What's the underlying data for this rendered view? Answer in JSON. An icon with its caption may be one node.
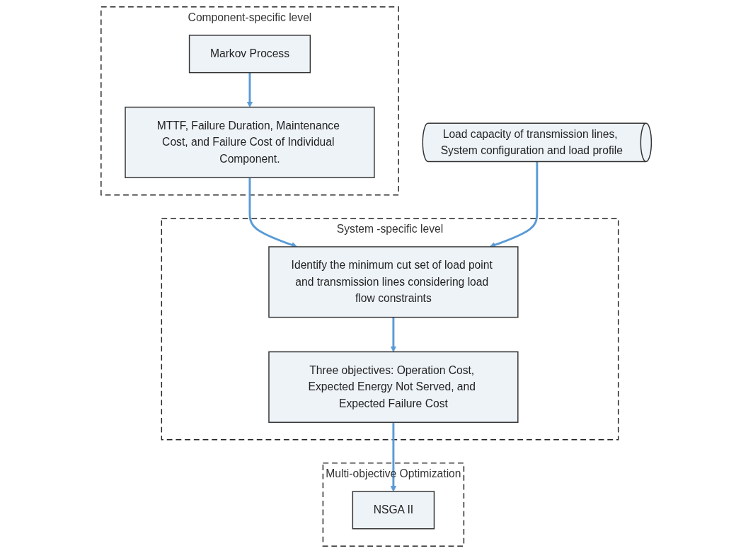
{
  "diagram": {
    "nodes": [
      {
        "text": [
          "Component-specific level"
        ]
      },
      {
        "text": [
          "Markov Process"
        ],
        "in": 0
      },
      {
        "text": [
          "MTTF, Failure Duration, Maintenance Cost, and Failure Cost of Individual Component."
        ],
        "in": 0
      },
      {
        "text": [
          "System -specific level"
        ]
      },
      {
        "text": [
          "Identify the minimum cut set of load point and transmission lines considering load flow constraints"
        ],
        "in": 3
      },
      {
        "text": [
          "Three objectives: Operation Cost, Expected Energy Not Served, and Expected Failure Cost"
        ],
        "in": 3
      },
      {
        "text": [
          "Multi-objective Optimization"
        ]
      },
      {
        "text": [
          "NSGA II"
        ],
        "in": 6
      },
      {
        "text": [
          "Load capacity of transmission lines, System configuration and load profile"
        ]
      }
    ],
    "edges": [
      {
        "from": 1,
        "to": 2,
        "arrow": "to"
      },
      {
        "from": 2,
        "to": 4,
        "arrow": "to"
      },
      {
        "from": 4,
        "to": 5,
        "arrow": "to"
      },
      {
        "from": 5,
        "to": 7,
        "arrow": "to"
      },
      {
        "from": 8,
        "to": 4,
        "arrow": "to"
      }
    ]
  }
}
